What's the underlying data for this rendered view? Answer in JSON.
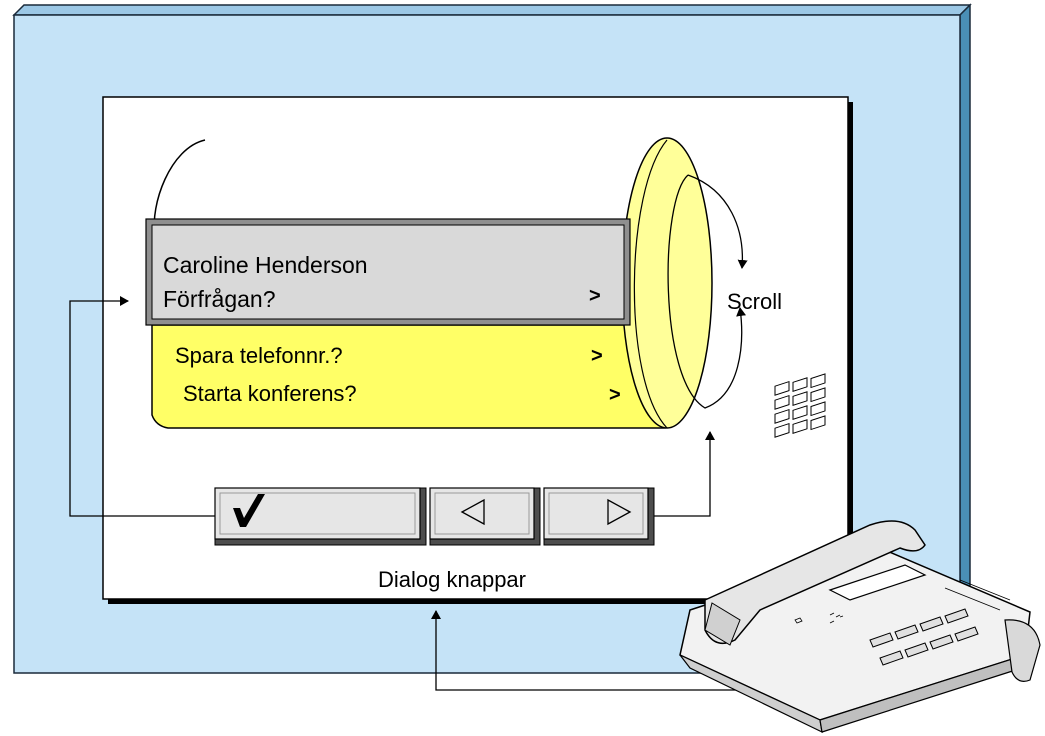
{
  "menu": {
    "selected": {
      "line1": "Caroline Henderson",
      "line2": "Förfrågan?",
      "arrow": ">"
    },
    "items": [
      {
        "label": "Spara telefonnr.?",
        "arrow": ">"
      },
      {
        "label": "Starta konferens?",
        "arrow": ">"
      }
    ]
  },
  "scroll_label": "Scroll",
  "dialog_label": "Dialog knappar",
  "buttons": [
    {
      "name": "ok",
      "glyph": "✔"
    },
    {
      "name": "left",
      "glyph": "◁"
    },
    {
      "name": "right",
      "glyph": "▷"
    }
  ],
  "colors": {
    "background_panel": "#c5e3f7",
    "panel_edge": "#4a8fb6",
    "selected_bar": "#d9d9d9",
    "selected_border": "#7a7a7a",
    "menu_yellow": "#ffff66",
    "cylinder_end": "#ffff99",
    "button_face": "#e6e6e6"
  },
  "icons": {
    "checkmark": "checkmark-icon",
    "left": "triangle-left-icon",
    "right": "triangle-right-icon",
    "phone": "desk-telephone-icon"
  }
}
